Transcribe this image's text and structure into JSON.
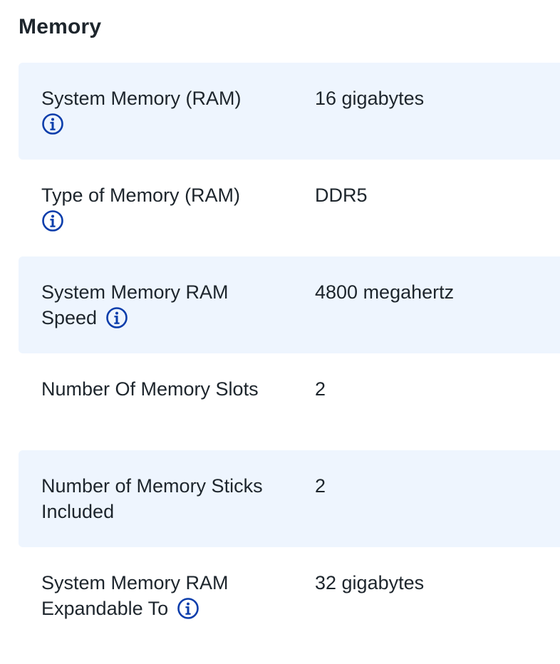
{
  "section": {
    "title": "Memory"
  },
  "specs": [
    {
      "label": "System Memory (RAM)",
      "value": "16 gigabytes",
      "info_icon": "info-circle-icon",
      "shaded": true
    },
    {
      "label": "Type of Memory (RAM)",
      "value": "DDR5",
      "info_icon": "info-circle-icon",
      "shaded": false
    },
    {
      "label": "System Memory RAM Speed",
      "value": "4800 megahertz",
      "info_icon": "info-circle-icon",
      "shaded": true
    },
    {
      "label": "Number Of Memory Slots",
      "value": "2",
      "info_icon": null,
      "shaded": false
    },
    {
      "label": "Number of Memory Sticks Included",
      "value": "2",
      "info_icon": null,
      "shaded": true
    },
    {
      "label": "System Memory RAM Expandable To",
      "value": "32 gigabytes",
      "info_icon": "info-circle-icon",
      "shaded": false
    }
  ],
  "colors": {
    "row_shade": "#eef5fe",
    "text": "#1d252c",
    "info_icon": "#0a3dab"
  }
}
